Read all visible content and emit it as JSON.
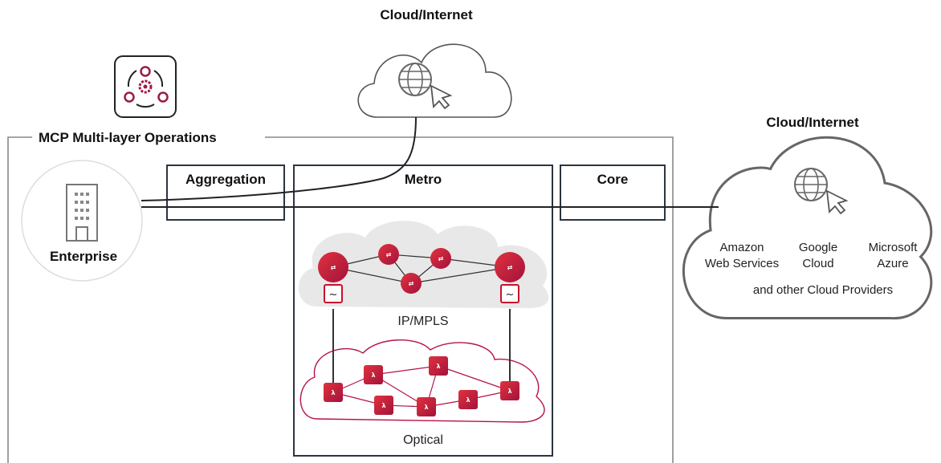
{
  "clouds": {
    "top_title": "Cloud/Internet",
    "right_title": "Cloud/Internet",
    "providers": [
      {
        "line1": "Amazon",
        "line2": "Web Services"
      },
      {
        "line1": "Google",
        "line2": "Cloud"
      },
      {
        "line1": "Microsoft",
        "line2": "Azure"
      }
    ],
    "providers_note": "and other Cloud Providers"
  },
  "mcp": {
    "title": "MCP Multi-layer Operations"
  },
  "enterprise": {
    "label": "Enterprise"
  },
  "segments": {
    "aggregation": "Aggregation",
    "metro": "Metro",
    "core": "Core"
  },
  "layers": {
    "ip": "IP/MPLS",
    "optical": "Optical"
  },
  "colors": {
    "accent_red": "#c8102e",
    "accent_magenta": "#9b1b4a",
    "frame_gray": "#888888",
    "box_dark": "#2b3440",
    "cloud_fill": "#e8e8e8"
  },
  "icons": {
    "mcp": "mcp-cycle-gears-icon",
    "enterprise": "building-icon",
    "cloud": "globe-cursor-icon",
    "router": "router-icon",
    "optical_node": "lambda-switch-icon",
    "chip": "chip-wave-icon"
  }
}
